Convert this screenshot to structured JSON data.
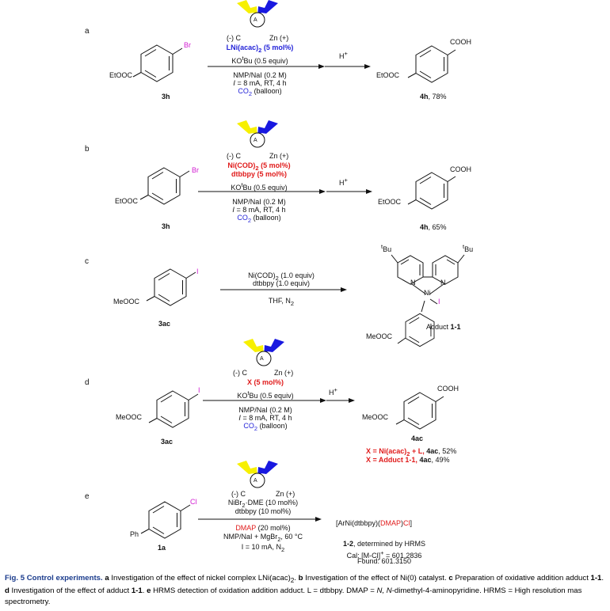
{
  "colors": {
    "accent_blue": "#2323d8",
    "accent_red": "#e01b1b",
    "halogen": "#d21ed2",
    "yellow_bolt": "#f7f000",
    "blue_bolt": "#1818e0",
    "caption_title": "#1a3b8c"
  },
  "icons": {
    "cell": "electrochemical-cell-icon",
    "anode_bolt": "yellow-lightning-icon",
    "cathode_bolt": "blue-lightning-icon"
  },
  "electrodes": {
    "cell_label": "A",
    "cathode": "(-) C",
    "anode": "Zn (+)",
    "acid": "H",
    "acid_sup": "+"
  },
  "schemes": {
    "a": {
      "letter": "a",
      "sub_group": "EtOOC",
      "sub_halogen": "Br",
      "sub_id": "3h",
      "catalyst": "LNi(acac)",
      "catalyst_sub": "2",
      "catalyst_tail": " (5 mol%)",
      "base": "KO",
      "base_sup": "t",
      "base_tail": "Bu (0.5 equiv)",
      "solvent": "NMP/NaI (0.2 M)",
      "current": "= 8 mA, RT, 4 h",
      "current_var": "I",
      "co2": "CO",
      "co2_sub": "2",
      "co2_tail": " (balloon)",
      "prod_group": "EtOOC",
      "prod_acid": "COOH",
      "prod_id": "4h",
      "prod_yield": ", 78%"
    },
    "b": {
      "letter": "b",
      "sub_group": "EtOOC",
      "sub_halogen": "Br",
      "sub_id": "3h",
      "cat1": "Ni(COD)",
      "cat1_sub": "2",
      "cat1_tail": " (5 mol%)",
      "cat2": "dtbbpy (5 mol%)",
      "base": "KO",
      "base_sup": "t",
      "base_tail": "Bu (0.5 equiv)",
      "solvent": "NMP/NaI (0.2 M)",
      "current": "= 8 mA, RT, 4 h",
      "current_var": "I",
      "co2": "CO",
      "co2_sub": "2",
      "co2_tail": " (balloon)",
      "prod_group": "EtOOC",
      "prod_acid": "COOH",
      "prod_id": "4h",
      "prod_yield": ", 65%"
    },
    "c": {
      "letter": "c",
      "sub_group": "MeOOC",
      "sub_halogen": "I",
      "sub_id": "3ac",
      "reagent1": "Ni(COD)",
      "reagent1_sub": "2",
      "reagent1_tail": " (1.0 equiv)",
      "reagent2": "dtbbpy (1.0 equiv)",
      "solvent": "THF, N",
      "solvent_sub": "2",
      "tbu_sup": "t",
      "tbu": "Bu",
      "n_atom": "N",
      "ni_atom": "Ni",
      "iodo": "I",
      "adduct_group": "MeOOC",
      "adduct_label": "Adduct ",
      "adduct_id": "1-1"
    },
    "d": {
      "letter": "d",
      "sub_group": "MeOOC",
      "sub_halogen": "I",
      "sub_id": "3ac",
      "catalyst": "X (5 mol%)",
      "base": "KO",
      "base_sup": "t",
      "base_tail": "Bu (0.5 equiv)",
      "solvent": "NMP/NaI (0.2 M)",
      "current": "= 8 mA, RT, 4 h",
      "current_var": "I",
      "co2": "CO",
      "co2_sub": "2",
      "co2_tail": " (balloon)",
      "prod_group": "MeOOC",
      "prod_acid": "COOH",
      "prod_id": "4ac",
      "result1_a": "X = Ni(acac)",
      "result1_sub": "2",
      "result1_b": " + L, ",
      "result1_id": "4ac",
      "result1_yield": ", 52%",
      "result2_a": "X = Adduct 1-1, ",
      "result2_id": "4ac",
      "result2_yield": ", 49%"
    },
    "e": {
      "letter": "e",
      "sub_group": "Ph",
      "sub_halogen": "Cl",
      "sub_id": "1a",
      "cat1": "NiBr",
      "cat1_sub": "2",
      "cat1_tail": "·DME (10 mol%)",
      "cat2": "dtbbpy (10 mol%)",
      "dmap": "DMAP",
      "dmap_tail": " (20 mol%)",
      "solvent": "NMP/NaI + MgBr",
      "solvent_sub": "2",
      "solvent_tail": ", 60 °C",
      "current": "I = 10 mA, N",
      "current_sub": "2",
      "species_a": "[ArNi(dtbbpy)(",
      "species_dmap": "DMAP",
      "species_b": ")",
      "species_cl": "Cl",
      "species_c": "]",
      "detect_id": "1-2",
      "detect_text": ", determined by HRMS",
      "cal_a": "Cal: [M-Cl]",
      "cal_sup": "+",
      "cal_b": " = 601.2836",
      "found": "Found: 601.3150"
    }
  },
  "caption": {
    "title": "Fig. 5 Control experiments.",
    "a_l": "a",
    "a_t": " Investigation of the effect of nickel complex LNi(acac)",
    "a_sub": "2",
    "a_end": ".",
    "b_l": "b",
    "b_t": " Investigation of the effect of Ni(0) catalyst.",
    "c_l": "c",
    "c_t": " Preparation of oxidative addition adduct ",
    "c_id": "1-1",
    "c_end": ".",
    "d_l": "d",
    "d_t": " Investigation of the effect of adduct ",
    "d_id": "1-1",
    "d_end": ".",
    "e_l": "e",
    "e_t": " HRMS detection of oxidation addition adduct. L = dtbbpy. DMAP = ",
    "dmap_full": "N, N",
    "dmap_tail": "-dimethyl-4-aminopyridine. HRMS = High resolution mas spectrometry."
  }
}
